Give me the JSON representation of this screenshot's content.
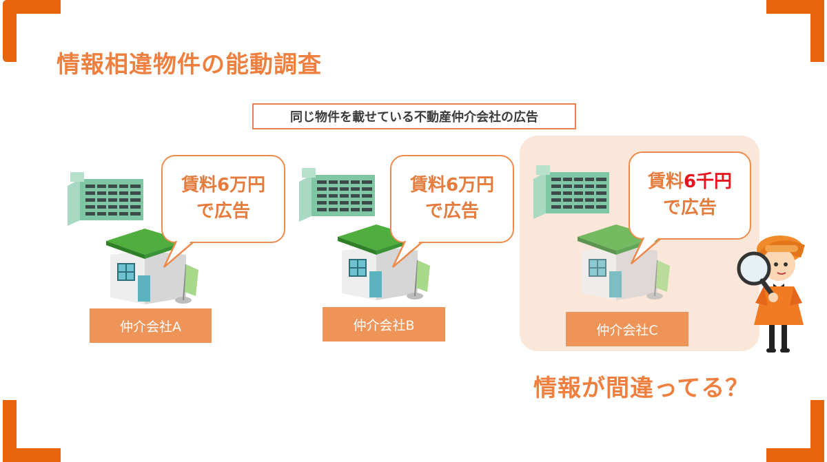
{
  "title": "情報相違物件の能動調査",
  "subtitle": "同じ物件を載せている不動産仲介会社の広告",
  "agencies": [
    {
      "name": "仲介会社A",
      "bubble_line1_a": "賃料",
      "bubble_line1_b": "6万円",
      "bubble_line2": "で広告"
    },
    {
      "name": "仲介会社B",
      "bubble_line1_a": "賃料",
      "bubble_line1_b": "6万円",
      "bubble_line2": "で広告"
    },
    {
      "name": "仲介会社C",
      "bubble_line1_a": "賃料",
      "bubble_line1_b": "6千円",
      "bubble_line2": "で広告"
    }
  ],
  "question": "情報が間違ってる？",
  "colors": {
    "brand_orange": "#e8640c",
    "title_orange": "#ef7f3e",
    "label_fill": "#ef9459",
    "highlight_bg": "#fbe7da",
    "error_red": "#e8141b"
  },
  "icons": {
    "building": "apartment-building-icon",
    "shop": "real-estate-shop-icon",
    "detective": "detective-with-magnifier-icon"
  }
}
